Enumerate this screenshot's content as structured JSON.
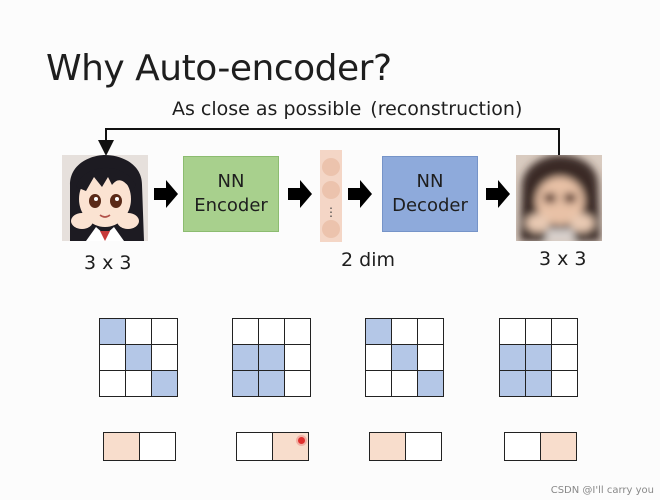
{
  "slide": {
    "title": "Why Auto-encoder?",
    "loop_label": "As close as possible",
    "loop_label_note": "(reconstruction)",
    "encoder": {
      "line1": "NN",
      "line2": "Encoder",
      "color": "#a8d08d"
    },
    "decoder": {
      "line1": "NN",
      "line2": "Decoder",
      "color": "#8eaadb"
    },
    "code_color": "#f4d6c6",
    "input_caption": "3 x 3",
    "code_caption": "2 dim",
    "output_caption": "3 x 3",
    "input_image": "anime-girl-portrait",
    "output_image": "blurry-reconstructed-portrait",
    "grid_on_color": "#b4c7e7",
    "pair_on_color": "#f8ddcc"
  },
  "examples": [
    {
      "grid": [
        [
          1,
          0,
          0
        ],
        [
          0,
          1,
          0
        ],
        [
          0,
          0,
          1
        ]
      ],
      "code": [
        1,
        0
      ]
    },
    {
      "grid": [
        [
          0,
          0,
          0
        ],
        [
          1,
          1,
          0
        ],
        [
          1,
          1,
          0
        ]
      ],
      "code": [
        0,
        1
      ]
    },
    {
      "grid": [
        [
          1,
          0,
          0
        ],
        [
          0,
          1,
          0
        ],
        [
          0,
          0,
          1
        ]
      ],
      "code": [
        1,
        0
      ]
    },
    {
      "grid": [
        [
          0,
          0,
          0
        ],
        [
          1,
          1,
          0
        ],
        [
          1,
          1,
          0
        ]
      ],
      "code": [
        0,
        1
      ]
    }
  ],
  "watermark": "CSDN @I'll carry you"
}
